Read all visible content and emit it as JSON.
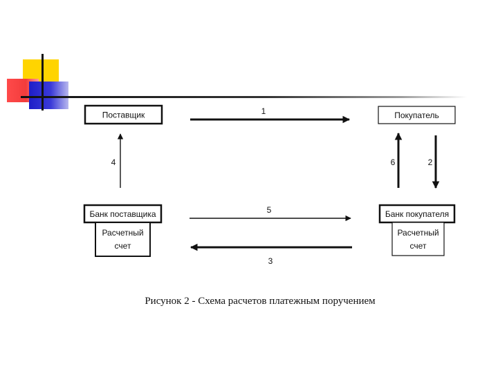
{
  "diagram": {
    "nodes": {
      "supplier": "Поставщик",
      "buyer": "Покупатель",
      "supplier_bank": "Банк поставщика",
      "buyer_bank": "Банк покупателя",
      "supplier_account_line1": "Расчетный",
      "supplier_account_line2": "счет",
      "buyer_account_line1": "Расчетный",
      "buyer_account_line2": "счет"
    },
    "edges": [
      {
        "label": "1",
        "from": "Поставщик",
        "to": "Покупатель"
      },
      {
        "label": "2",
        "from": "Покупатель",
        "to": "Банк покупателя"
      },
      {
        "label": "3",
        "from": "Банк покупателя",
        "to": "Банк поставщика"
      },
      {
        "label": "4",
        "from": "Банк поставщика",
        "to": "Поставщик"
      },
      {
        "label": "5",
        "from": "Банк поставщика",
        "to": "Банк покупателя"
      },
      {
        "label": "6",
        "from": "Банк покупателя",
        "to": "Покупатель"
      }
    ]
  },
  "caption": "Рисунок 2 - Схема расчетов платежным поручением",
  "colors": {
    "deco_yellow": "#ffd400",
    "deco_red": "#f23c3c",
    "deco_blue": "#2424cc",
    "line": "#111111"
  }
}
